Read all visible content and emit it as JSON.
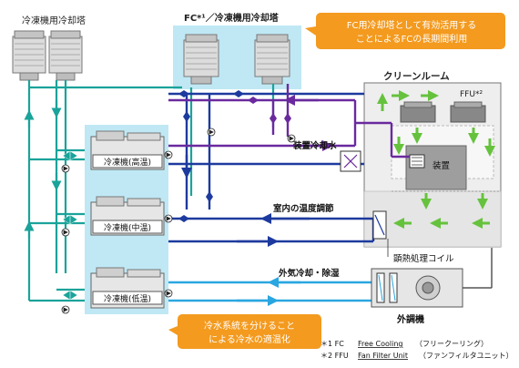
{
  "labels": {
    "chiller_tower": "冷凍機用冷却塔",
    "fc_tower": "FC*¹／冷凍機用冷却塔",
    "clean_room": "クリーンルーム",
    "ffu": "FFU*²",
    "equipment_cooling": "装置冷却水",
    "equipment": "装置",
    "indoor_temp": "室内の温度調節",
    "sensible_coil": "顕熱処理コイル",
    "oa_cooling": "外気冷却・除湿",
    "ahu": "外調機",
    "chiller_high": "冷凍機(高温)",
    "chiller_mid": "冷凍機(中温)",
    "chiller_low": "冷凍機(低温)"
  },
  "callouts": {
    "fc_line1": "FC用冷却塔として有効活用する",
    "fc_line2": "ことによるFCの長期間利用",
    "split_line1": "冷水系統を分けること",
    "split_line2": "による冷水の適温化"
  },
  "footnotes": {
    "fc_mark": "＊1 FC",
    "fc_term": "Free Cooling",
    "fc_kana": "（フリークーリング）",
    "ffu_mark": "＊2 FFU",
    "ffu_term": "Fan Filter Unit",
    "ffu_kana": "（ファンフィルタユニット）"
  },
  "colors": {
    "teal": "#1aa39a",
    "navy": "#1d3a9e",
    "purple": "#6a2a9e",
    "lightblue": "#2aa6e0",
    "callout": "#f39a1f",
    "highlight": "#bfe8f4",
    "airflow": "#66c23d"
  }
}
